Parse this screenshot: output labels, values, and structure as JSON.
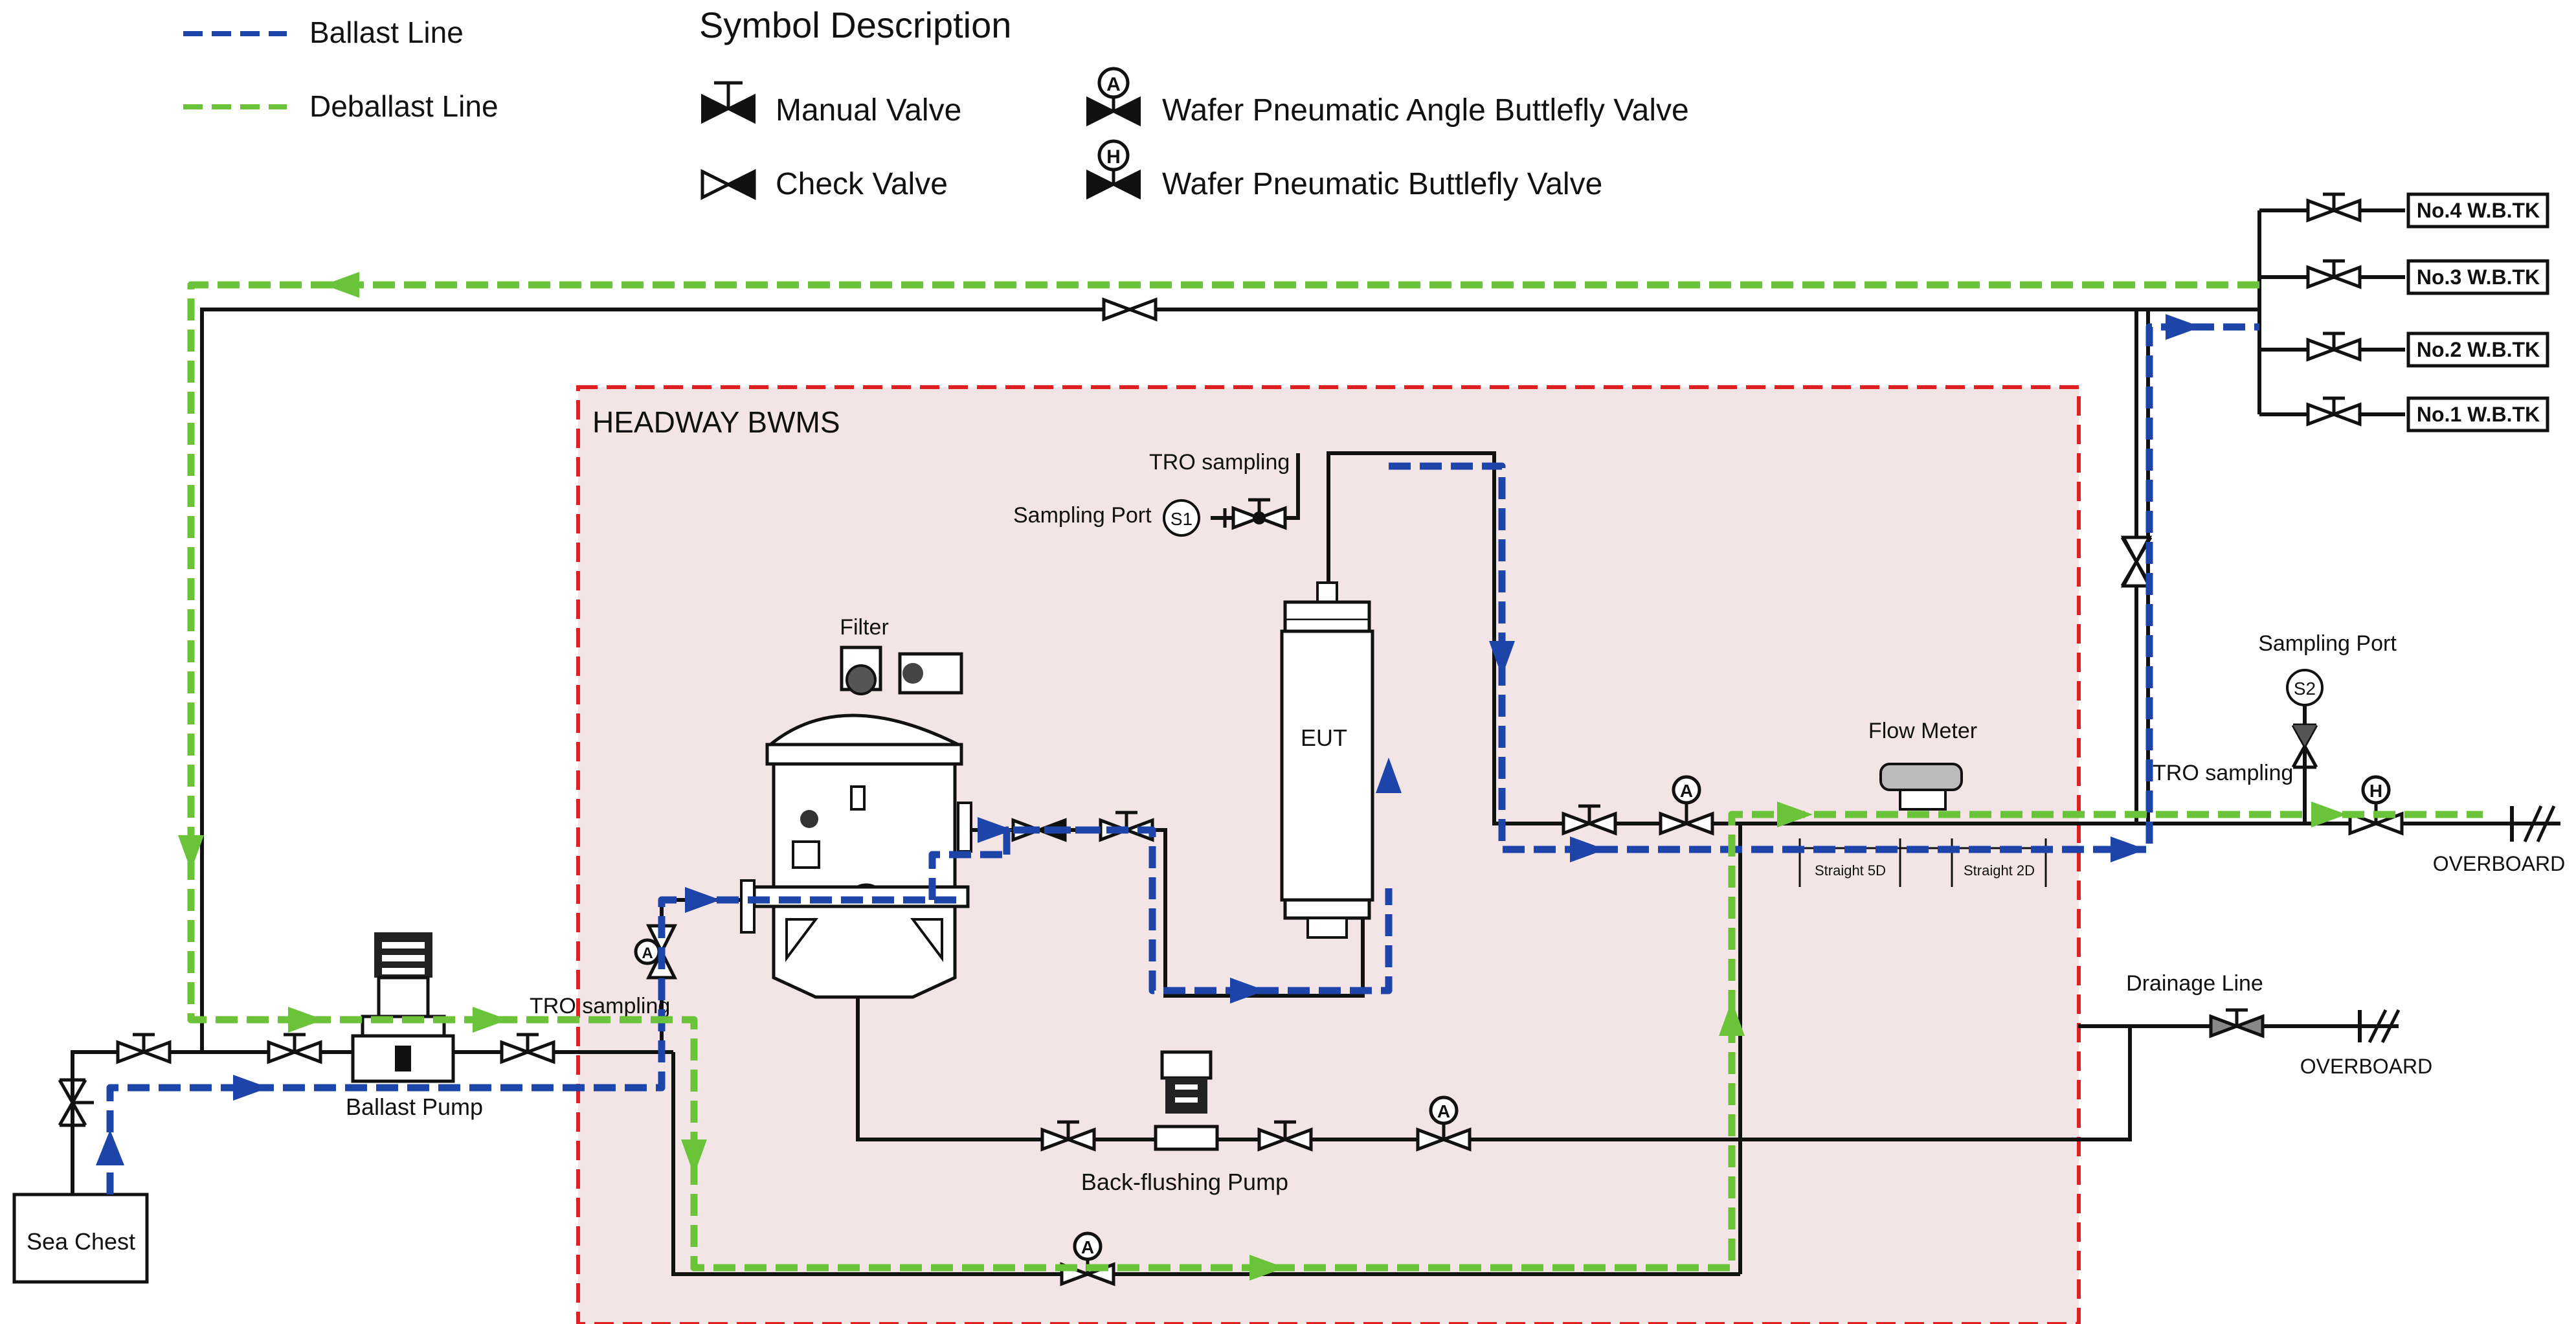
{
  "legend": {
    "ballast_line": "Ballast Line",
    "deballast_line": "Deballast Line",
    "ballast_color": "#1d44a8",
    "deballast_color": "#6bc33a"
  },
  "symbols": {
    "title": "Symbol Description",
    "manual_valve": "Manual Valve",
    "check_valve": "Check Valve",
    "angle_valve": "Wafer Pneumatic Angle Buttlefly Valve",
    "butterfly_valve": "Wafer Pneumatic Buttlefly Valve",
    "angle_letter": "A",
    "butterfly_letter": "H"
  },
  "system": {
    "title": "HEADWAY BWMS",
    "border_color": "#e02020",
    "fill_color": "#f3e4e6"
  },
  "labels": {
    "sea_chest": "Sea Chest",
    "ballast_pump": "Ballast Pump",
    "tro_sampling_left": "TRO sampling",
    "filter": "Filter",
    "tro_sampling_top": "TRO sampling",
    "sampling_port_s1": "Sampling Port",
    "s1": "S1",
    "eut": "EUT",
    "flow_meter": "Flow Meter",
    "straight_5d": "Straight 5D",
    "straight_2d": "Straight 2D",
    "back_flushing_pump": "Back-flushing Pump",
    "sampling_port_s2": "Sampling Port",
    "s2": "S2",
    "tro_sampling_right": "TRO sampling",
    "overboard_main": "OVERBOARD",
    "drainage_line": "Drainage Line",
    "overboard_drain": "OVERBOARD"
  },
  "tanks": [
    "No.4 W.B.TK",
    "No.3 W.B.TK",
    "No.2 W.B.TK",
    "No.1 W.B.TK"
  ]
}
